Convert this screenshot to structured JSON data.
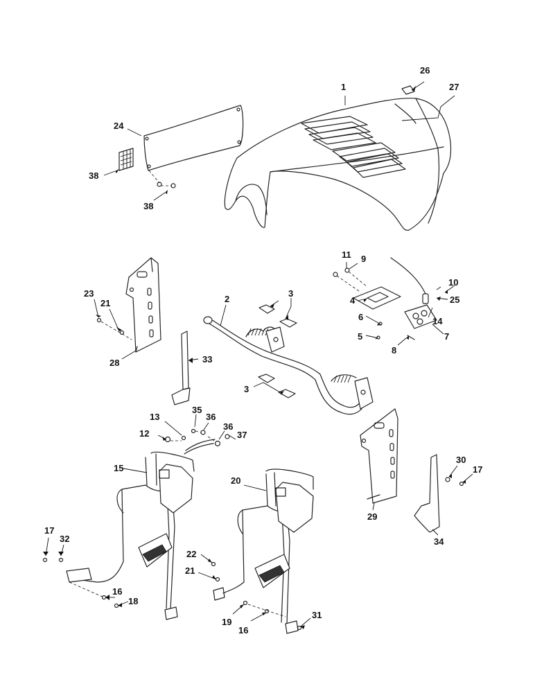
{
  "callouts": [
    {
      "id": "c1",
      "text": "1"
    },
    {
      "id": "c2",
      "text": "2"
    },
    {
      "id": "c3a",
      "text": "3"
    },
    {
      "id": "c3b",
      "text": "3"
    },
    {
      "id": "c4",
      "text": "4"
    },
    {
      "id": "c5",
      "text": "5"
    },
    {
      "id": "c6",
      "text": "6"
    },
    {
      "id": "c7",
      "text": "7"
    },
    {
      "id": "c8",
      "text": "8"
    },
    {
      "id": "c9",
      "text": "9"
    },
    {
      "id": "c10",
      "text": "10"
    },
    {
      "id": "c11",
      "text": "11"
    },
    {
      "id": "c12",
      "text": "12"
    },
    {
      "id": "c13",
      "text": "13"
    },
    {
      "id": "c14",
      "text": "14"
    },
    {
      "id": "c15",
      "text": "15"
    },
    {
      "id": "c16a",
      "text": "16"
    },
    {
      "id": "c16b",
      "text": "16"
    },
    {
      "id": "c17a",
      "text": "17"
    },
    {
      "id": "c17b",
      "text": "17"
    },
    {
      "id": "c18",
      "text": "18"
    },
    {
      "id": "c19",
      "text": "19"
    },
    {
      "id": "c20",
      "text": "20"
    },
    {
      "id": "c21a",
      "text": "21"
    },
    {
      "id": "c21b",
      "text": "21"
    },
    {
      "id": "c22",
      "text": "22"
    },
    {
      "id": "c23",
      "text": "23"
    },
    {
      "id": "c24",
      "text": "24"
    },
    {
      "id": "c25",
      "text": "25"
    },
    {
      "id": "c26",
      "text": "26"
    },
    {
      "id": "c27",
      "text": "27"
    },
    {
      "id": "c28",
      "text": "28"
    },
    {
      "id": "c29",
      "text": "29"
    },
    {
      "id": "c30",
      "text": "30"
    },
    {
      "id": "c31",
      "text": "31"
    },
    {
      "id": "c32",
      "text": "32"
    },
    {
      "id": "c33",
      "text": "33"
    },
    {
      "id": "c34",
      "text": "34"
    },
    {
      "id": "c35",
      "text": "35"
    },
    {
      "id": "c36a",
      "text": "36"
    },
    {
      "id": "c36b",
      "text": "36"
    },
    {
      "id": "c37",
      "text": "37"
    },
    {
      "id": "c38a",
      "text": "38"
    },
    {
      "id": "c38b",
      "text": "38"
    }
  ]
}
